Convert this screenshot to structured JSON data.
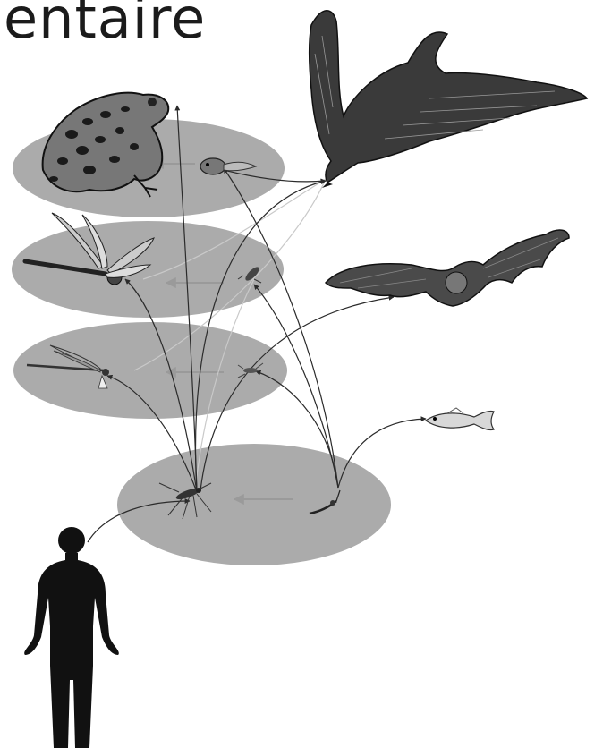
{
  "title": "entaire",
  "colors": {
    "ellipse": "#ababab",
    "stage_arrow": "#9a9a9a",
    "link": "#2b2b2b",
    "faint_link": "#c9c9c9",
    "silhouette": "#111111"
  },
  "levels": [
    {
      "name": "frog",
      "adult": "frog-adult-icon",
      "juvenile": "tadpole-icon"
    },
    {
      "name": "dragonfly",
      "adult": "dragonfly-adult-icon",
      "juvenile": "dragonfly-nymph-icon"
    },
    {
      "name": "damselfly",
      "adult": "damselfly-adult-icon",
      "juvenile": "damselfly-nymph-icon"
    },
    {
      "name": "mosquito",
      "adult": "mosquito-adult-icon",
      "juvenile": "mosquito-larva-icon"
    }
  ],
  "predators": [
    "swallow-icon",
    "bat-icon",
    "fish-icon"
  ],
  "host": "human-silhouette-icon"
}
